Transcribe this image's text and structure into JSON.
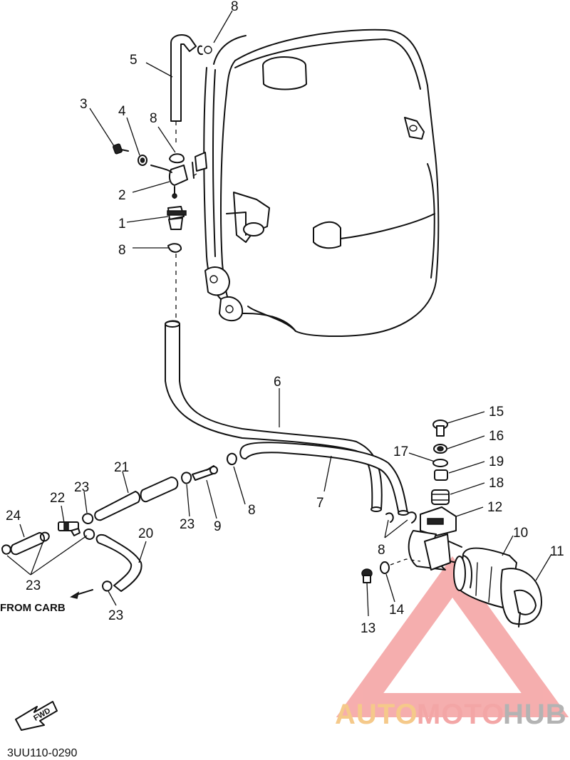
{
  "callouts": {
    "c1": "1",
    "c2": "2",
    "c3": "3",
    "c4": "4",
    "c5": "5",
    "c6": "6",
    "c7": "7",
    "c8a": "8",
    "c8b": "8",
    "c8c": "8",
    "c8d": "8",
    "c8e": "8",
    "c9": "9",
    "c10": "10",
    "c11": "11",
    "c12": "12",
    "c13": "13",
    "c14": "14",
    "c15": "15",
    "c16": "16",
    "c17": "17",
    "c18": "18",
    "c19": "19",
    "c20": "20",
    "c21": "21",
    "c22": "22",
    "c23a": "23",
    "c23b": "23",
    "c23c": "23",
    "c23d": "23",
    "c24": "24"
  },
  "notes": {
    "from_carb": "FROM CARB",
    "fwd": "FWD",
    "diagram_code": "3UU110-0290"
  },
  "watermark": {
    "auto": "AUTO",
    "moto": "MOTO",
    "hub": "HUB",
    "colors": {
      "triangle": "#f4a0a0",
      "auto": "#f5c98a",
      "moto": "#f3a6a6",
      "hub": "#b3b3b3"
    }
  }
}
